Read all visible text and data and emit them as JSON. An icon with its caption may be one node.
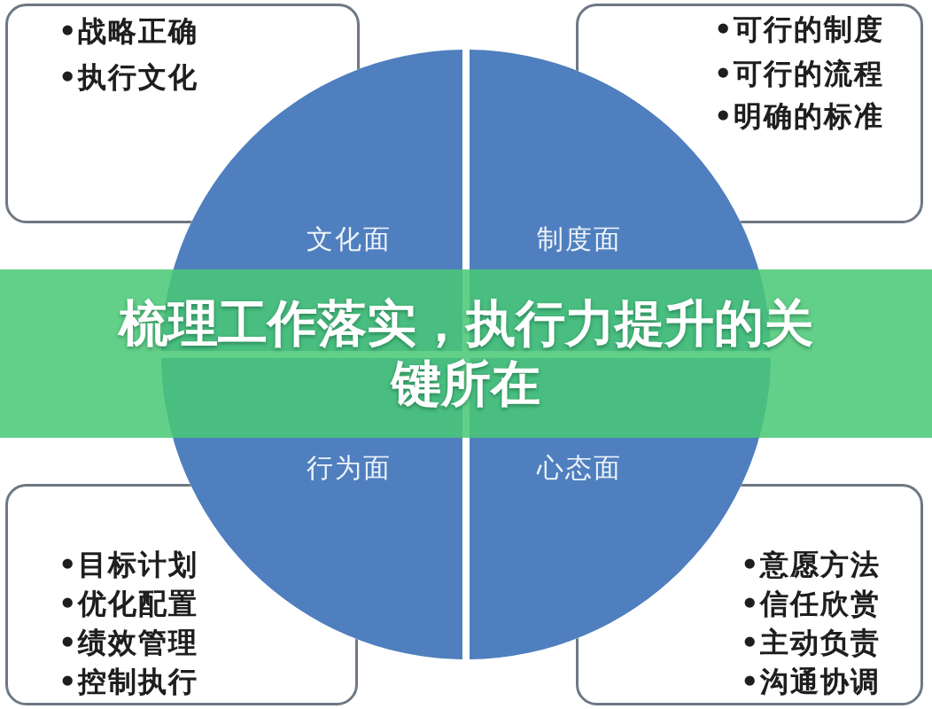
{
  "diagram": {
    "title": "梳理工作落实，执行力提升的关键所在",
    "nodes": [
      {
        "text": [
          "•战略正确",
          "•执行文化"
        ]
      },
      {
        "text": [
          "•可行的制度",
          "•可行的流程",
          "•明确的标准"
        ]
      },
      {
        "text": [
          "文化面"
        ]
      },
      {
        "text": [
          "制度面"
        ]
      },
      {
        "text": [
          "行为面"
        ]
      },
      {
        "text": [
          "心态面"
        ]
      },
      {
        "text": [
          "•目标计划",
          "•优化配置",
          "•绩效管理",
          "•控制执行"
        ]
      },
      {
        "text": [
          "•意愿方法",
          "•信任欣赏",
          "•主动负责",
          "•沟通协调"
        ]
      }
    ]
  }
}
